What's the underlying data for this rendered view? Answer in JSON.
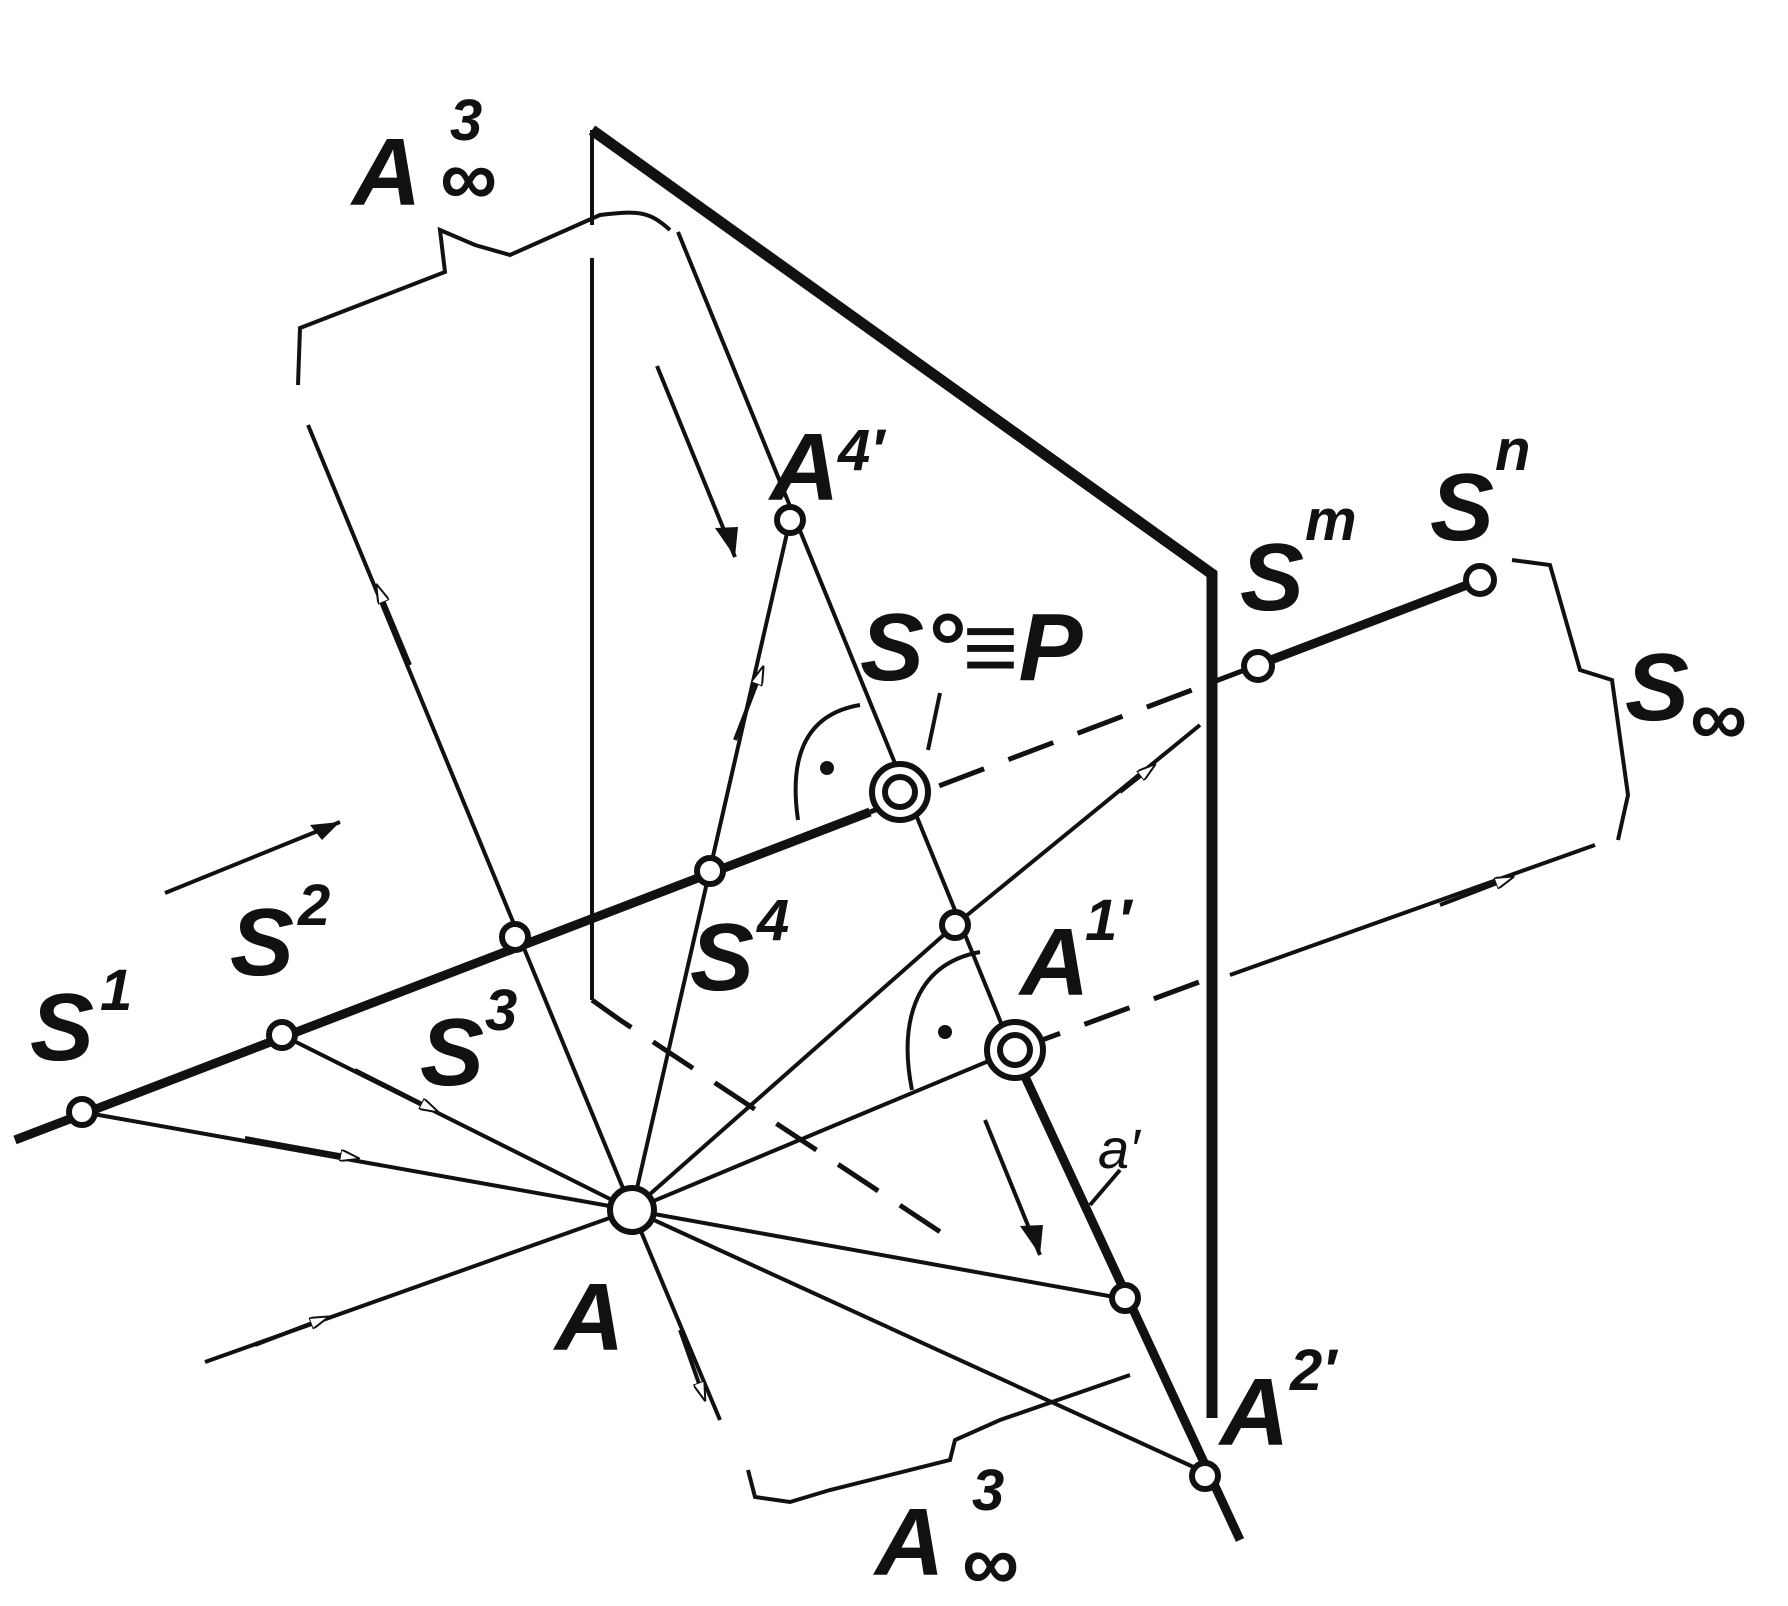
{
  "labels": {
    "a_inf_top": {
      "base": "A",
      "sup": "3",
      "sub": "∞"
    },
    "a4": {
      "base": "A",
      "sup": "4′"
    },
    "s0p": {
      "text": "S°≡P"
    },
    "sm": {
      "base": "S",
      "sup": "m"
    },
    "sn": {
      "base": "S",
      "sup": "n"
    },
    "s_inf": {
      "base": "S",
      "sub": "∞"
    },
    "s1": {
      "base": "S",
      "sup": "1"
    },
    "s2": {
      "base": "S",
      "sup": "2"
    },
    "s3": {
      "base": "S",
      "sup": "3"
    },
    "s4": {
      "base": "S",
      "sup": "4"
    },
    "a1": {
      "base": "A",
      "sup": "1′"
    },
    "a_small": {
      "text": "a′"
    },
    "a_center": {
      "text": "A"
    },
    "a2": {
      "base": "A",
      "sup": "2′"
    },
    "a_inf_bottom": {
      "base": "A",
      "sup": "3",
      "sub": "∞"
    }
  },
  "colors": {
    "ink": "#111111",
    "background": "#ffffff"
  }
}
